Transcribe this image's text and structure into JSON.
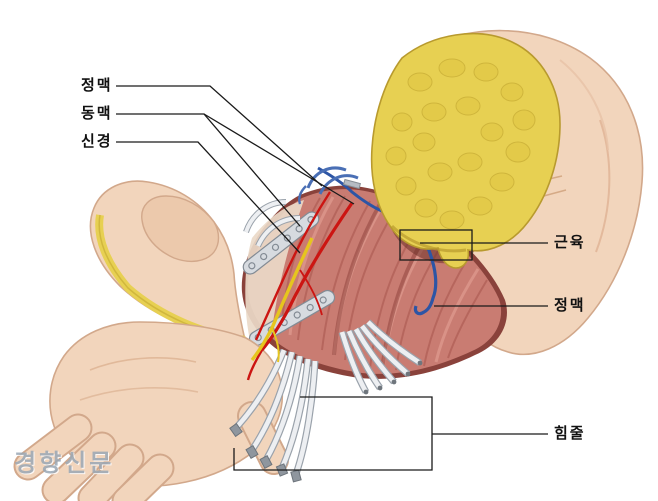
{
  "figure": {
    "labels": [
      {
        "id": "vein-top",
        "text": "정맥"
      },
      {
        "id": "artery",
        "text": "동맥"
      },
      {
        "id": "nerve",
        "text": "신경"
      },
      {
        "id": "muscle",
        "text": "근육"
      },
      {
        "id": "vein-right",
        "text": "정맥"
      },
      {
        "id": "tendon",
        "text": "힘줄"
      }
    ],
    "watermark": "경향신문",
    "colors": {
      "skin": "#f2d5bc",
      "skin_edge": "#d2a88b",
      "fat": "#e7d052",
      "fat_edge": "#c8ad35",
      "muscle": "#c97c72",
      "muscle_dark": "#a8554d",
      "tendon": "#edeff2",
      "tendon_edge": "#9aa2ab",
      "artery": "#cc1512",
      "vein": "#2d55a5",
      "nerve": "#e6c51e",
      "leader": "#1a1a1a",
      "watermark": "#9aa8b6"
    }
  }
}
